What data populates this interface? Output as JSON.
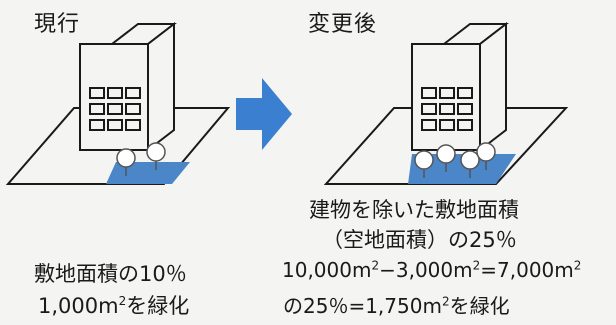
{
  "titles": {
    "current": "現行",
    "after": "変更後"
  },
  "captions": {
    "right_line1": "建物を除いた敷地面積",
    "right_line2": "（空地面積）の25％",
    "left_line1": "敷地面積の10％",
    "left_line2_pre": "1,000m",
    "left_line2_sup": "2",
    "left_line2_post": "を緑化",
    "right_line3_a": "10,000m",
    "right_line3_sup1": "2",
    "right_line3_b": "−3,000m",
    "right_line3_sup2": "2",
    "right_line3_c": "=7,000m",
    "right_line3_sup3": "2",
    "right_line4_a": "の25％=1,750m",
    "right_line4_sup": "2",
    "right_line4_b": "を緑化"
  },
  "colors": {
    "green_area": "#4a86c8",
    "arrow": "#3a7fd0",
    "line": "#1a1a1a"
  }
}
